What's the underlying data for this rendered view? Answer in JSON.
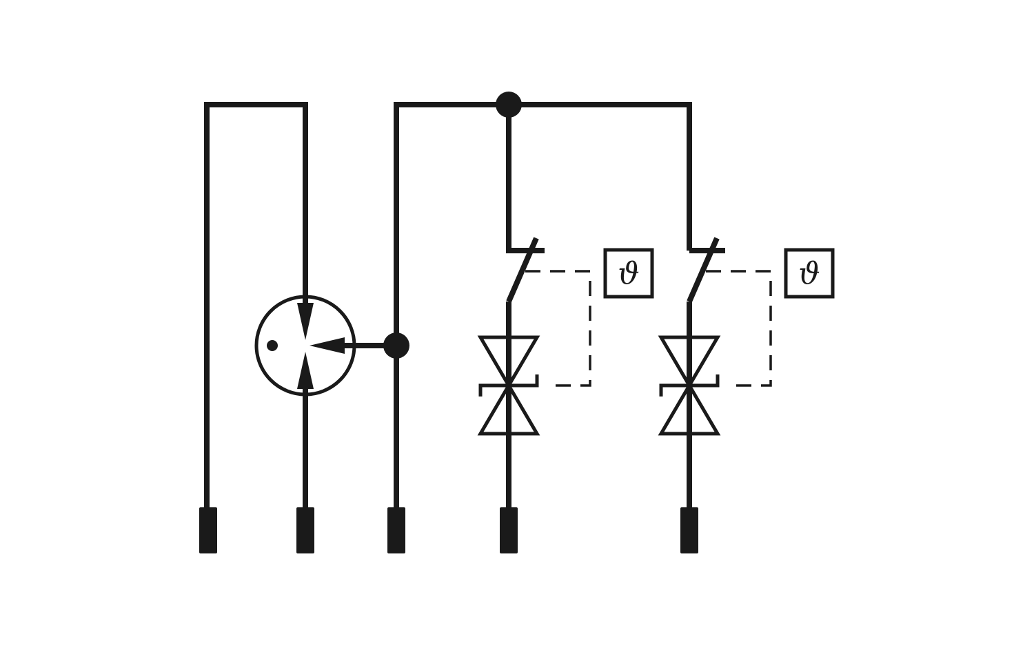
{
  "diagram": {
    "kind": "electrical-schematic",
    "description_free": true,
    "colors": {
      "background": "#ffffff",
      "ink": "#1a1a1a"
    },
    "terminals": [
      {
        "id": "t1"
      },
      {
        "id": "t2"
      },
      {
        "id": "t3"
      },
      {
        "id": "t4"
      },
      {
        "id": "t5"
      }
    ],
    "components": [
      {
        "id": "gas-discharge-tube",
        "symbol": "three-electrode-gdt"
      },
      {
        "id": "switch-1",
        "symbol": "thermal-disconnector"
      },
      {
        "id": "varistor-1",
        "symbol": "varistor-bidirectional"
      },
      {
        "id": "switch-2",
        "symbol": "thermal-disconnector"
      },
      {
        "id": "varistor-2",
        "symbol": "varistor-bidirectional"
      }
    ],
    "thermal_labels": [
      {
        "id": "thermal-box-1",
        "text": "ϑ"
      },
      {
        "id": "thermal-box-2",
        "text": "ϑ"
      }
    ],
    "junctions": [
      {
        "id": "junction-top"
      },
      {
        "id": "junction-mid"
      }
    ]
  }
}
